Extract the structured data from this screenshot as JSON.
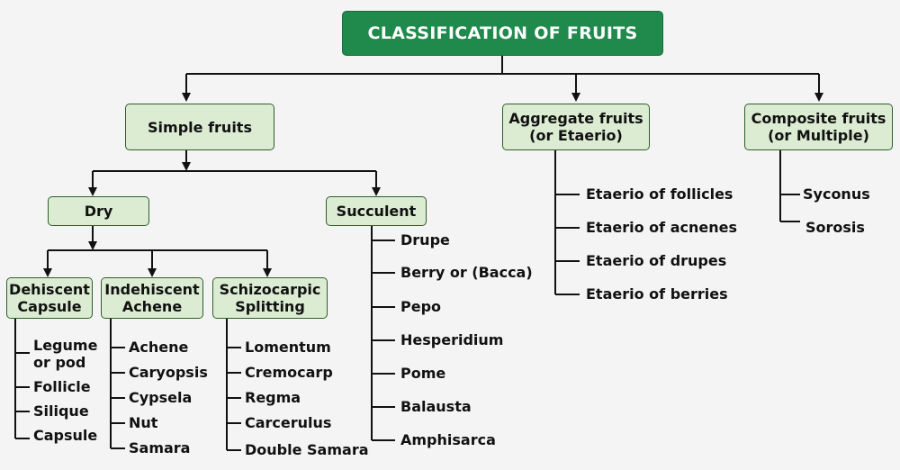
{
  "title": "CLASSIFICATION OF FRUITS",
  "simple": {
    "label": "Simple fruits",
    "dry": {
      "label": "Dry",
      "dehiscent": {
        "line1": "Dehiscent",
        "line2": "Capsule",
        "items": [
          "Legume or pod",
          "Follicle",
          "Silique",
          "Capsule"
        ]
      },
      "indehiscent": {
        "line1": "Indehiscent",
        "line2": "Achene",
        "items": [
          "Achene",
          "Caryopsis",
          "Cypsela",
          "Nut",
          "Samara"
        ]
      },
      "schizocarpic": {
        "line1": "Schizocarpic",
        "line2": "Splitting",
        "items": [
          "Lomentum",
          "Cremocarp",
          "Regma",
          "Carcerulus",
          "Double Samara"
        ]
      }
    },
    "succulent": {
      "label": "Succulent",
      "items": [
        "Drupe",
        "Berry or (Bacca)",
        "Pepo",
        "Hesperidium",
        "Pome",
        "Balausta",
        "Amphisarca"
      ]
    }
  },
  "aggregate": {
    "line1": "Aggregate fruits",
    "line2": "(or Etaerio)",
    "items": [
      "Etaerio of follicles",
      "Etaerio of acnenes",
      "Etaerio of drupes",
      "Etaerio of berries"
    ]
  },
  "composite": {
    "line1": "Composite fruits",
    "line2": "(or Multiple)",
    "items": [
      "Syconus",
      "Sorosis"
    ]
  }
}
